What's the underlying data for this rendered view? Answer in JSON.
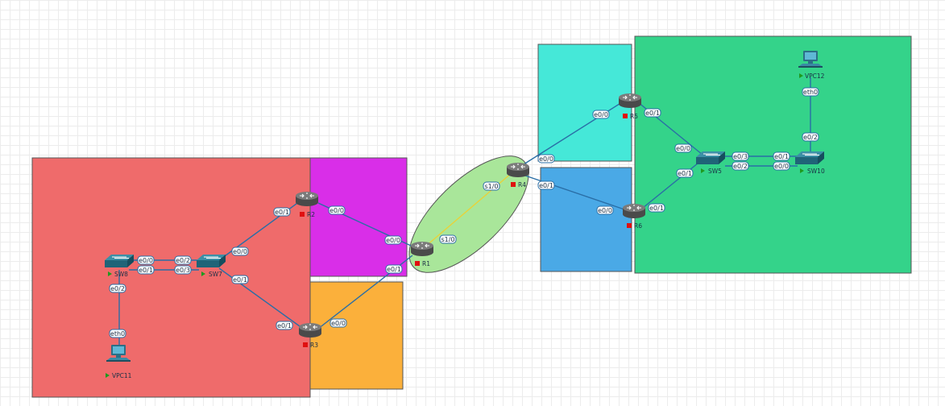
{
  "colors": {
    "zone_red": "#ef6b6b",
    "zone_magenta": "#d92ee8",
    "zone_orange": "#fbb03b",
    "zone_cyan": "#45e8d8",
    "zone_blue": "#4aa9e6",
    "zone_green": "#34d38a",
    "zone_ellipse": "#a9e69a",
    "link": "#2a6ea6",
    "serial_link": "#e8d23a",
    "status_stopped": "#e01010",
    "status_running": "#1f9a1f"
  },
  "nodes": {
    "r1": {
      "label": "R1",
      "type": "router-icon",
      "status": "stopped"
    },
    "r2": {
      "label": "R2",
      "type": "router-icon",
      "status": "stopped"
    },
    "r3": {
      "label": "R3",
      "type": "router-icon",
      "status": "stopped"
    },
    "r4": {
      "label": "R4",
      "type": "router-icon",
      "status": "stopped"
    },
    "r5": {
      "label": "R5",
      "type": "router-icon",
      "status": "stopped"
    },
    "r6": {
      "label": "R6",
      "type": "router-icon",
      "status": "stopped"
    },
    "sw5": {
      "label": "SW5",
      "type": "switch-icon",
      "status": "running"
    },
    "sw7": {
      "label": "SW7",
      "type": "switch-icon",
      "status": "running"
    },
    "sw8": {
      "label": "SW8",
      "type": "switch-icon",
      "status": "running"
    },
    "sw10": {
      "label": "SW10",
      "type": "switch-icon",
      "status": "running"
    },
    "vpc11": {
      "label": "VPC11",
      "type": "pc-icon",
      "status": "running"
    },
    "vpc12": {
      "label": "VPC12",
      "type": "pc-icon",
      "status": "running"
    }
  },
  "ports": {
    "sw8_e0_0": "e0/0",
    "sw8_e0_1": "e0/1",
    "sw8_e0_2": "e0/2",
    "sw7_e0_2": "e0/2",
    "sw7_e0_3": "e0/3",
    "sw7_e0_0": "e0/0",
    "sw7_e0_1": "e0/1",
    "vpc11_eth0": "eth0",
    "r2_e0_1": "e0/1",
    "r2_e0_0": "e0/0",
    "r3_e0_1": "e0/1",
    "r3_e0_0": "e0/0",
    "r1_e0_0": "e0/0",
    "r1_e0_1": "e0/1",
    "r1_s1_0": "s1/0",
    "r4_s1_0": "s1/0",
    "r4_e0_0": "e0/0",
    "r4_e0_1": "e0/1",
    "r5_e0_0": "e0/0",
    "r5_e0_1": "e0/1",
    "r6_e0_0": "e0/0",
    "r6_e0_1": "e0/1",
    "sw5_e0_0": "e0/0",
    "sw5_e0_1": "e0/1",
    "sw5_e0_3": "e0/3",
    "sw5_e0_2": "e0/2",
    "sw10_e0_1": "e0/1",
    "sw10_e0_0": "e0/0",
    "sw10_e0_2": "e0/2",
    "vpc12_eth0": "eth0"
  }
}
